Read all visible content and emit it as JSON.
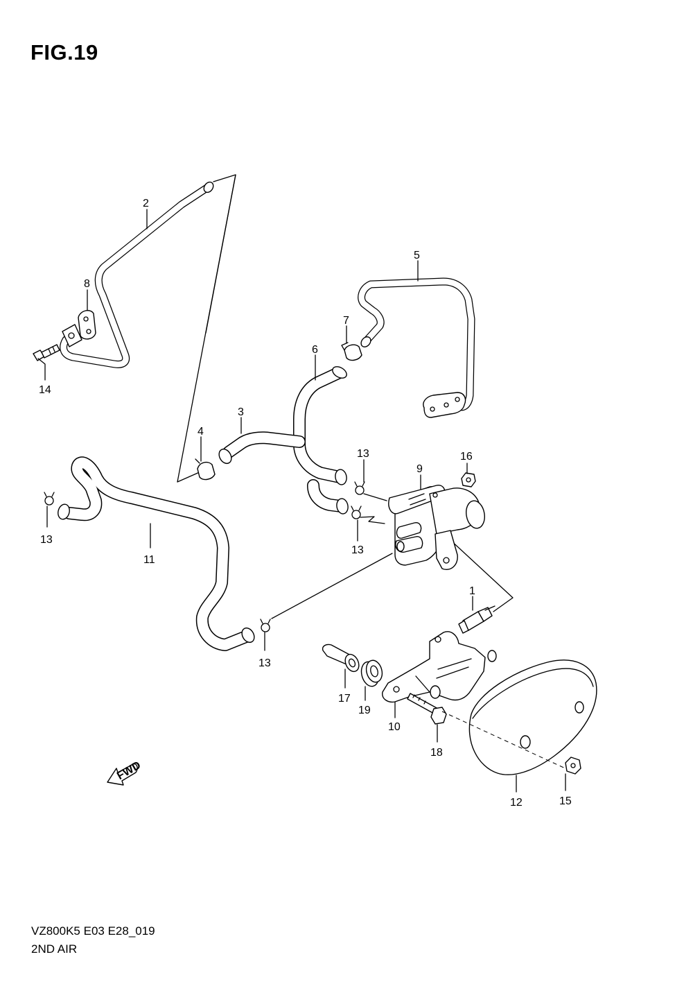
{
  "figure_title": "FIG.19",
  "footer": {
    "model_code": "VZ800K5 E03 E28_019",
    "section_name": "2ND AIR"
  },
  "fwd_arrow_label": "FWD",
  "callouts": {
    "c1": "1",
    "c2": "2",
    "c3": "3",
    "c4": "4",
    "c5": "5",
    "c6": "6",
    "c7": "7",
    "c8": "8",
    "c9": "9",
    "c10": "10",
    "c11": "11",
    "c12": "12",
    "c13a": "13",
    "c13b": "13",
    "c13c": "13",
    "c13d": "13",
    "c14": "14",
    "c15": "15",
    "c16": "16",
    "c17": "17",
    "c18": "18",
    "c19": "19"
  }
}
